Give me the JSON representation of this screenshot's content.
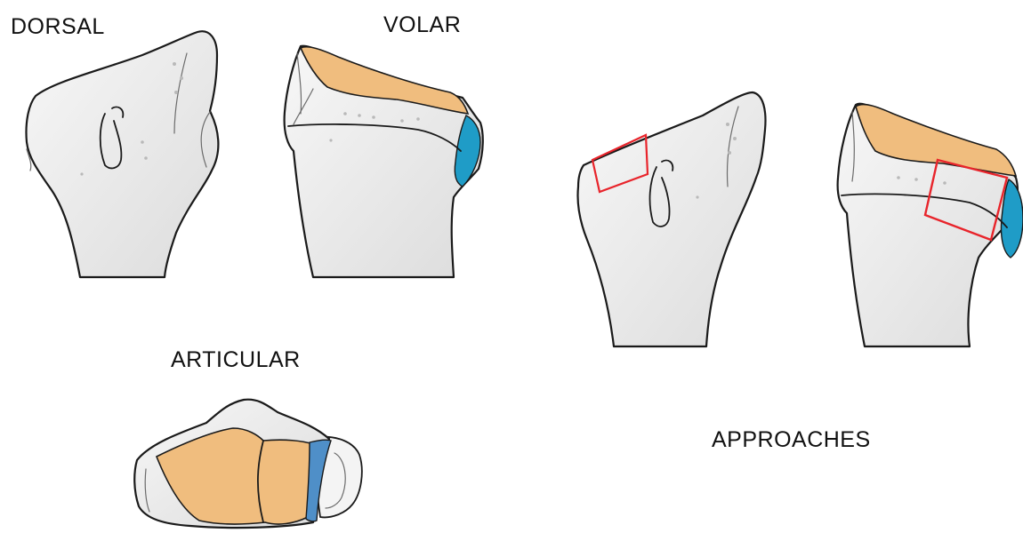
{
  "labels": {
    "dorsal": "DORSAL",
    "volar": "VOLAR",
    "articular": "ARTICULAR",
    "approaches": "APPROACHES"
  },
  "colors": {
    "background": "#ffffff",
    "bone_fill": "#ededed",
    "bone_outline": "#1a1a1a",
    "articular_surface": "#f0bd7e",
    "ulnar_facet": "#1f9cc7",
    "approach_window": "#e8242b"
  }
}
